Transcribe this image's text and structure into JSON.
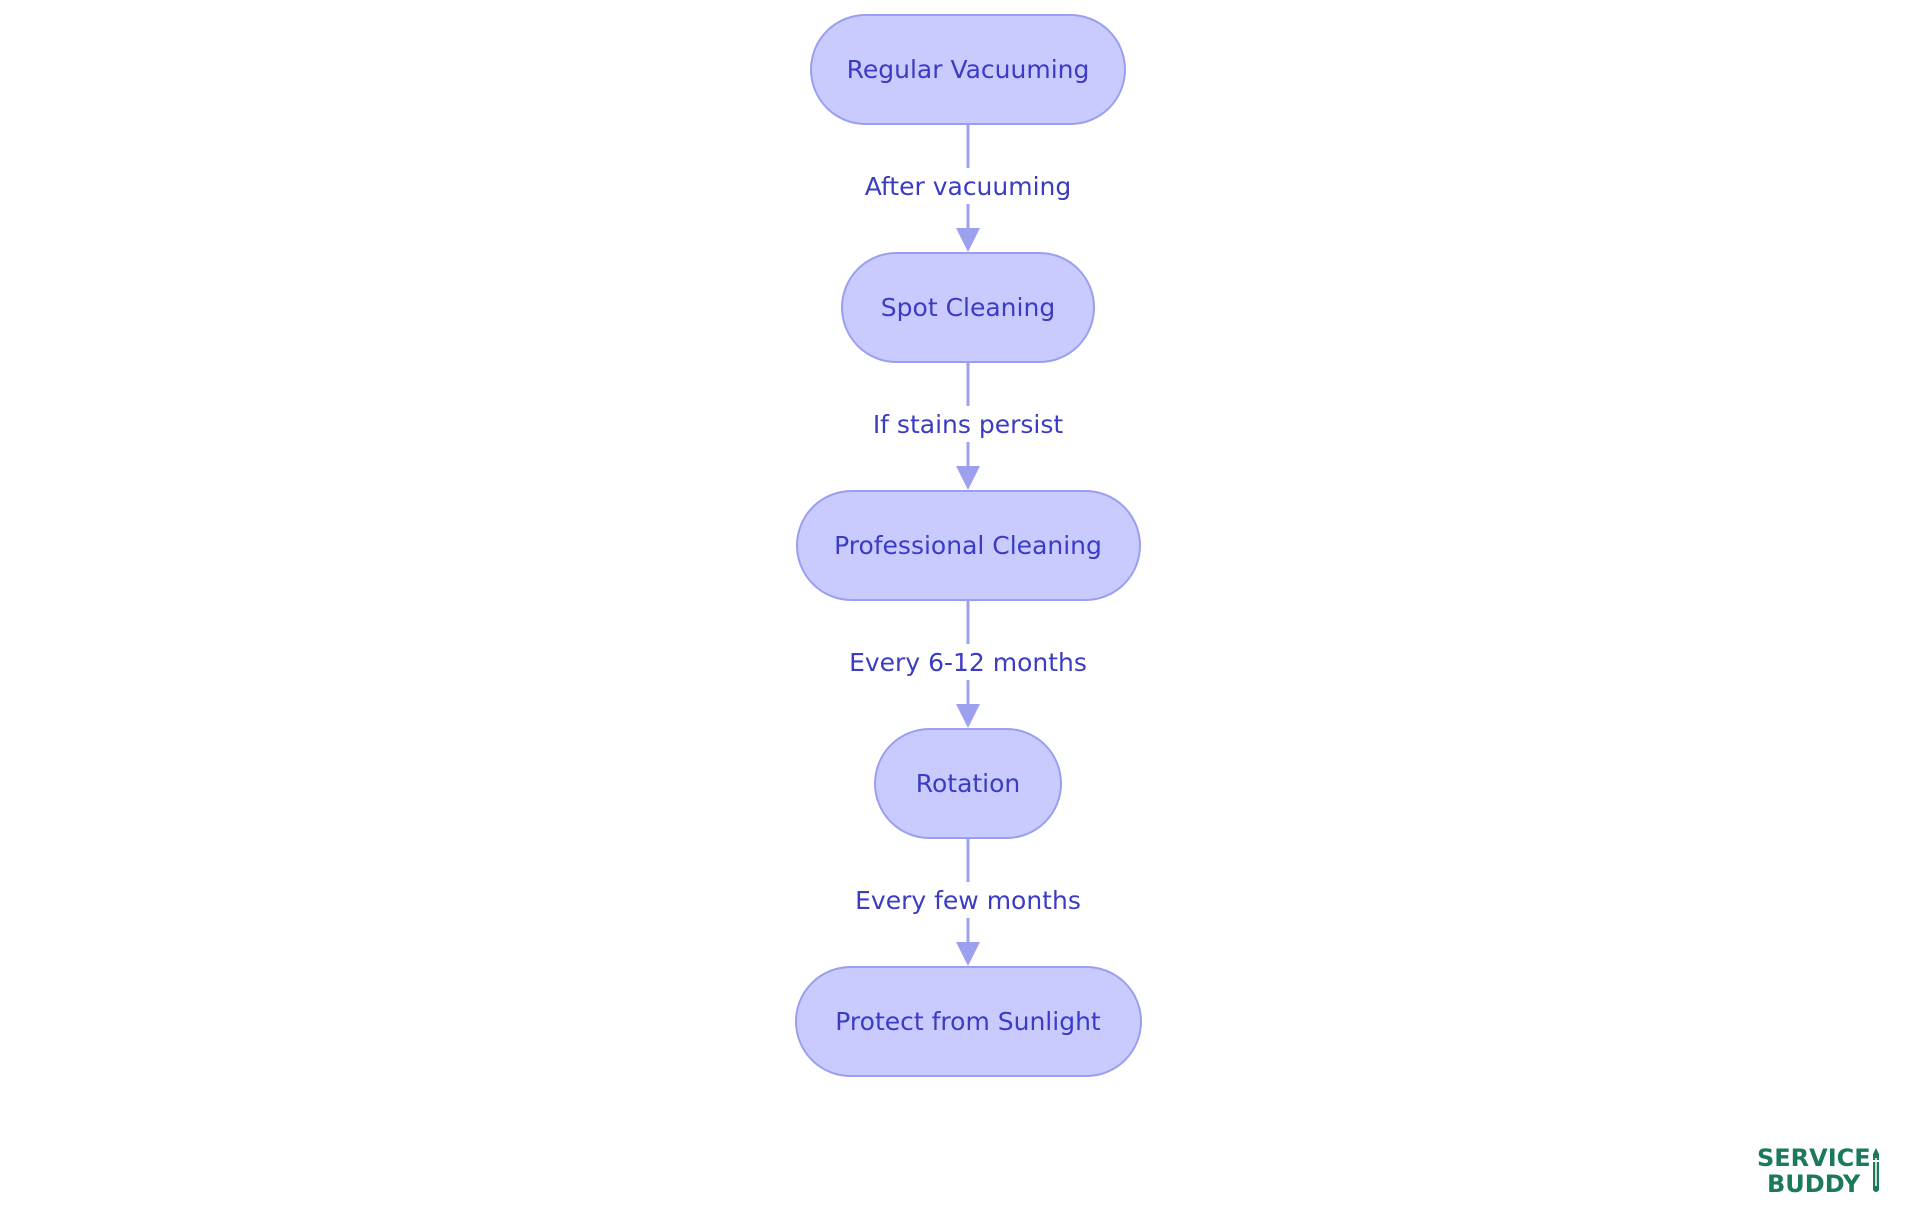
{
  "colors": {
    "node_fill": "#c9cbff",
    "node_stroke": "#9a9ef0",
    "edge": "#9da0ee",
    "text": "#3b3bc4",
    "logo": "#1b7a5e"
  },
  "nodes": [
    {
      "label": "Regular Vacuuming"
    },
    {
      "label": "Spot Cleaning"
    },
    {
      "label": "Professional Cleaning"
    },
    {
      "label": "Rotation"
    },
    {
      "label": "Protect from Sunlight"
    }
  ],
  "edges": [
    {
      "label": "After vacuuming"
    },
    {
      "label": "If stains persist"
    },
    {
      "label": "Every 6-12 months"
    },
    {
      "label": "Every few months"
    }
  ],
  "logo": {
    "line1": "SERVICE",
    "line2": "BUDDY",
    "icon": "pencil-icon"
  }
}
